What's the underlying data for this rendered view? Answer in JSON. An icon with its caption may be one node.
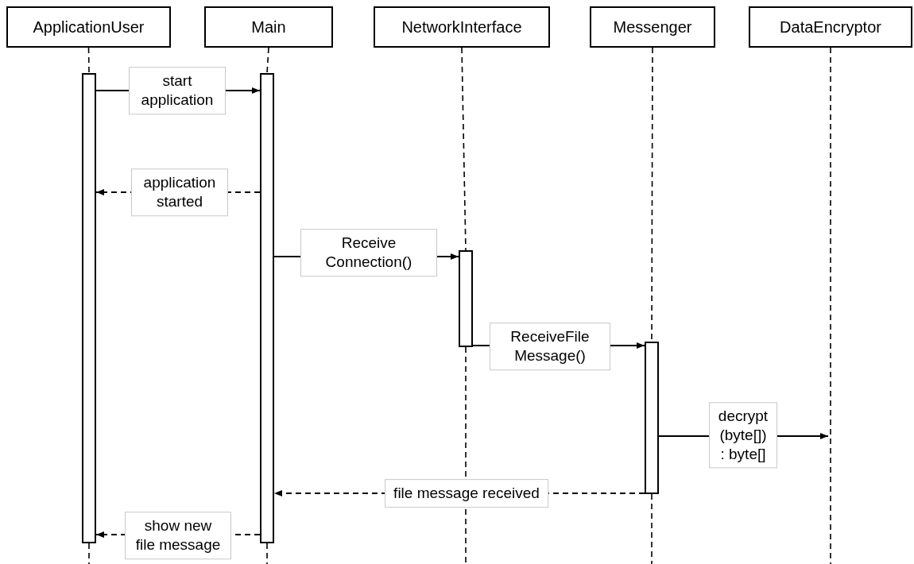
{
  "diagram": {
    "nodes": [
      {
        "text": [
          "ApplicationUser"
        ]
      },
      {
        "text": [
          "Main"
        ]
      },
      {
        "text": [
          "NetworkInterface"
        ]
      },
      {
        "text": [
          "Messenger"
        ]
      },
      {
        "text": [
          "DataEncryptor"
        ]
      },
      {
        "text": [],
        "shape": "bar"
      },
      {
        "text": [],
        "shape": "bar"
      },
      {
        "text": [],
        "shape": "bar"
      },
      {
        "text": [],
        "shape": "bar"
      }
    ],
    "edges": [
      {
        "from": 0,
        "to": 5,
        "arrow": "none",
        "style": "dashed"
      },
      {
        "from": 5,
        "to": null,
        "arrow": "none",
        "style": "dashed"
      },
      {
        "from": 1,
        "to": 6,
        "arrow": "none",
        "style": "dashed"
      },
      {
        "from": 6,
        "to": null,
        "arrow": "none",
        "style": "dashed"
      },
      {
        "from": 2,
        "to": 7,
        "arrow": "none",
        "style": "dashed"
      },
      {
        "from": 7,
        "to": null,
        "arrow": "none",
        "style": "dashed"
      },
      {
        "from": 3,
        "to": 8,
        "arrow": "none",
        "style": "dashed"
      },
      {
        "from": 8,
        "to": null,
        "arrow": "none",
        "style": "dashed"
      },
      {
        "from": 4,
        "to": null,
        "arrow": "none",
        "style": "dashed"
      },
      {
        "from": 5,
        "to": 6,
        "arrow": "to",
        "label": "start application"
      },
      {
        "from": 6,
        "to": 5,
        "arrow": "to",
        "label": "application started",
        "style": "dashed"
      },
      {
        "from": 6,
        "to": 7,
        "arrow": "to",
        "label": "Receive Connection()"
      },
      {
        "from": 7,
        "to": 8,
        "arrow": "to",
        "label": "ReceiveFile Message()"
      },
      {
        "from": 8,
        "to": null,
        "arrow": "to",
        "label": "decrypt (byte[]) : byte[]"
      },
      {
        "from": 8,
        "to": 6,
        "arrow": "to",
        "label": "file message received",
        "style": "dashed"
      },
      {
        "from": 6,
        "to": 5,
        "arrow": "to",
        "label": "show new file message",
        "style": "dashed"
      }
    ]
  }
}
